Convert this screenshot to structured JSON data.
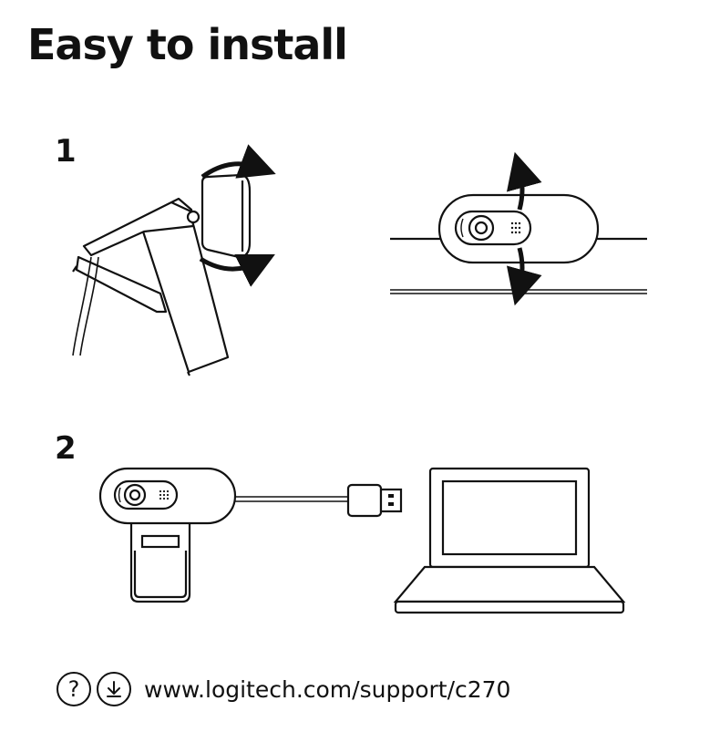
{
  "document": {
    "title": "Easy to install",
    "steps": [
      {
        "number": "1"
      },
      {
        "number": "2"
      }
    ]
  },
  "footer": {
    "help_icon_glyph": "?",
    "url": "www.logitech.com/support/c270"
  },
  "icons": [
    "question-mark-icon",
    "download-icon"
  ],
  "colors": {
    "ink": "#111111",
    "background": "#ffffff"
  }
}
